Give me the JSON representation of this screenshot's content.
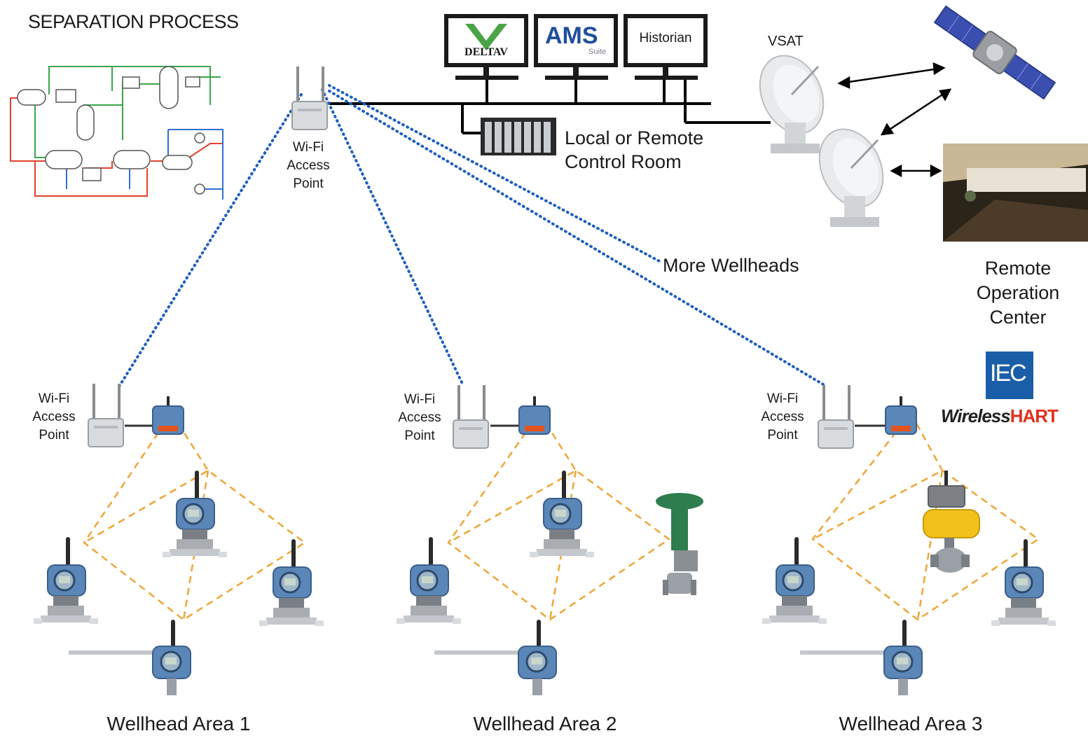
{
  "title": "SEPARATION PROCESS",
  "monitors": [
    {
      "brand": "DeltaV",
      "logo_text": "DELTAV"
    },
    {
      "brand": "AMS",
      "subtitle": "Suite"
    },
    {
      "brand": "Historian"
    }
  ],
  "control_room": {
    "line1": "Local or Remote",
    "line2": "Control Room"
  },
  "vsat": "VSAT",
  "main_ap": {
    "line1": "Wi-Fi",
    "line2": "Access",
    "line3": "Point"
  },
  "more_wellheads": "More Wellheads",
  "roc": {
    "line1": "Remote",
    "line2": "Operation",
    "line3": "Center"
  },
  "iec": "IEC",
  "wirelesshart": {
    "italic": "Wireless",
    "bold": "HART"
  },
  "areas": [
    {
      "label": "Wellhead Area 1",
      "ap": {
        "line1": "Wi-Fi",
        "line2": "Access",
        "line3": "Point"
      }
    },
    {
      "label": "Wellhead Area 2",
      "ap": {
        "line1": "Wi-Fi",
        "line2": "Access",
        "line3": "Point"
      }
    },
    {
      "label": "Wellhead Area 3",
      "ap": {
        "line1": "Wi-Fi",
        "line2": "Access",
        "line3": "Point"
      }
    }
  ],
  "colors": {
    "wifi_link": "#1f5fbf",
    "mesh_link": "#f0a535",
    "network": "#000000",
    "transmitter": "#5a86b8",
    "valve_green": "#2e7d4f",
    "actuator_yellow": "#f2c21b",
    "iec_blue": "#1b5ea8"
  }
}
